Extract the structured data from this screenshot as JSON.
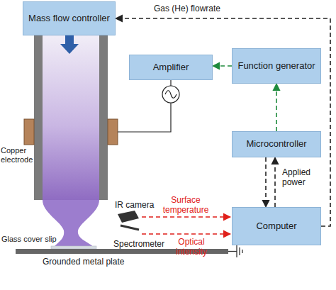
{
  "diagram": {
    "nodes": [
      {
        "text": [
          "Mass flow controller"
        ]
      },
      {
        "text": [
          "Amplifier"
        ]
      },
      {
        "text": [
          "Function generator"
        ]
      },
      {
        "text": [
          "Microcontroller"
        ]
      },
      {
        "text": [
          "Computer"
        ]
      }
    ],
    "edges": [
      {
        "from": 4,
        "to": 0,
        "arrow": "to",
        "label": "Gas (He) flowrate"
      },
      {
        "from": 2,
        "to": 1,
        "arrow": "to"
      },
      {
        "from": 3,
        "to": 2,
        "arrow": "to"
      },
      {
        "from": 3,
        "to": 4,
        "arrow": "to"
      },
      {
        "from": 4,
        "to": 3,
        "arrow": "to",
        "label": "Applied power"
      }
    ],
    "labels": [
      "Copper electrode",
      "IR camera",
      "Surface temperature",
      "Optical intensity",
      "Spectrometer",
      "Glass cover slip",
      "Grounded metal plate"
    ]
  }
}
